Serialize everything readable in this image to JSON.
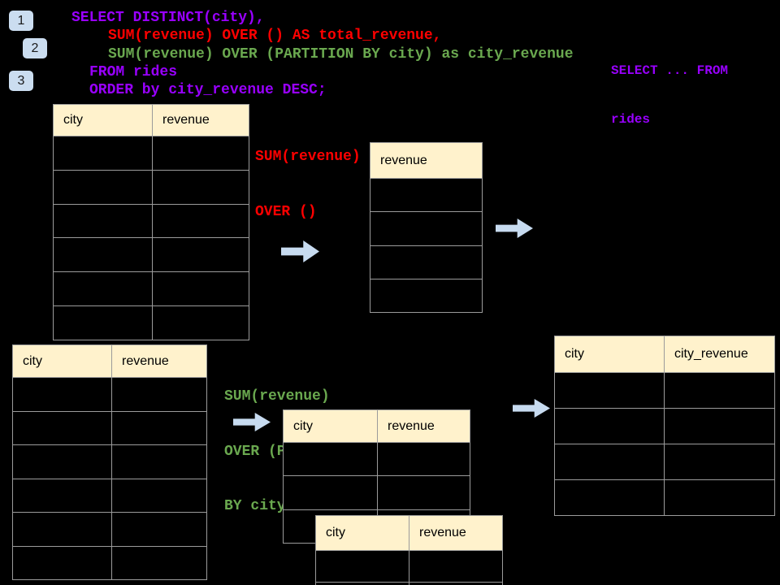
{
  "colors": {
    "background": "#000000",
    "sql_purple": "#9900FF",
    "sql_red": "#FF0000",
    "sql_green": "#6AA84F",
    "table_header_bg": "#FFF2CC",
    "table_border": "#9B9B9B",
    "arrow_fill": "#C7DBF0",
    "badge_bg": "#CBDDF0"
  },
  "badges": [
    {
      "label": "1"
    },
    {
      "label": "2"
    },
    {
      "label": "3"
    }
  ],
  "sql": {
    "lines": [
      {
        "text": "SELECT DISTINCT(city),",
        "color": "purple"
      },
      {
        "text": "SUM(revenue) OVER () AS total_revenue,",
        "color": "red"
      },
      {
        "text": "SUM(revenue) OVER (PARTITION BY city) as city_revenue",
        "color": "green"
      },
      {
        "text": "FROM rides",
        "color": "purple"
      },
      {
        "text": "ORDER by city_revenue DESC;",
        "color": "purple"
      }
    ]
  },
  "annotations": {
    "from_note": {
      "color": "purple",
      "lines": [
        "SELECT ... FROM",
        "rides"
      ]
    },
    "window_total": {
      "color": "red",
      "lines": [
        "SUM(revenue)",
        "OVER ()"
      ]
    },
    "window_partition": {
      "color": "green",
      "lines": [
        "SUM(revenue)",
        "OVER (PARTITION",
        "BY city)"
      ]
    }
  },
  "tables": [
    {
      "name": "source-table-top",
      "headers": [
        "city",
        "revenue"
      ],
      "body_rows": 6
    },
    {
      "name": "total-revenue-table",
      "headers": [
        "revenue"
      ],
      "body_rows": 4
    },
    {
      "name": "source-table-bottom",
      "headers": [
        "city",
        "revenue"
      ],
      "body_rows": 6
    },
    {
      "name": "partition-input-table",
      "headers": [
        "city",
        "revenue"
      ],
      "body_rows": 3
    },
    {
      "name": "partition-overlap-table",
      "headers": [
        "city",
        "revenue"
      ],
      "body_rows": 2
    },
    {
      "name": "city-revenue-result-table",
      "headers": [
        "city",
        "city_revenue"
      ],
      "body_rows": 4
    }
  ]
}
